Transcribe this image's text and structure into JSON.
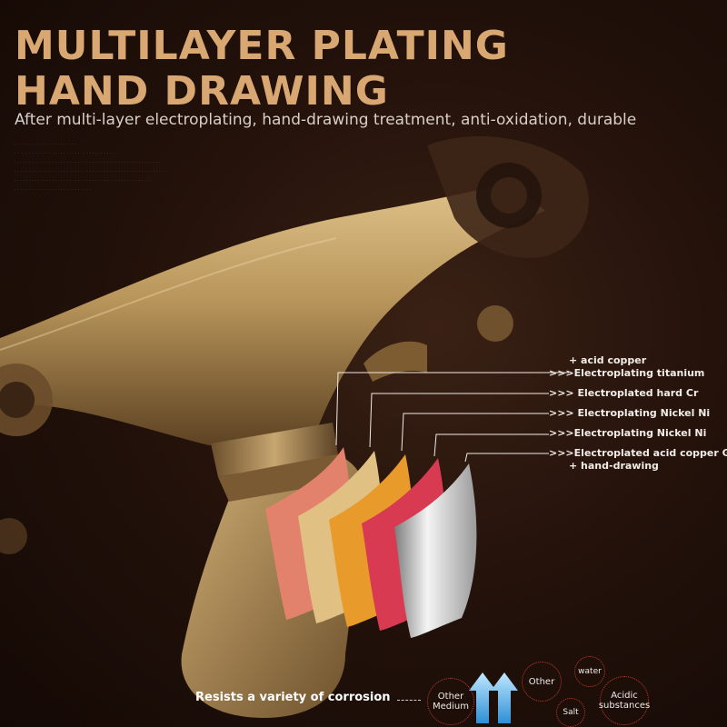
{
  "headline": {
    "line1": "MULTILAYER PLATING",
    "line2": "HAND DRAWING",
    "subtitle": "After multi-layer electroplating, hand-drawing treatment, anti-oxidation, durable"
  },
  "layers": [
    {
      "prefix": "",
      "text": "+ acid copper",
      "color": "#e3826c"
    },
    {
      "prefix": ">>>",
      "text": "Electroplating titanium",
      "color": "#e0c083"
    },
    {
      "prefix": ">>>",
      "text": "Electroplated hard Cr",
      "color": "#e89b2a"
    },
    {
      "prefix": ">>>",
      "text": "Electroplating Nickel Ni",
      "color": "#d83a52"
    },
    {
      "prefix": ">>>",
      "text": "Electroplating Nickel Ni",
      "color": "#d6d6d6"
    },
    {
      "prefix": ">>>",
      "text": "Electroplated acid copper Gu",
      "color": ""
    },
    {
      "prefix": "",
      "text": "+ hand-drawing",
      "color": ""
    }
  ],
  "corrosion": {
    "label": "Resists a variety of corrosion",
    "media": [
      {
        "text": "Other Medium"
      },
      {
        "text": "Other"
      },
      {
        "text": "water"
      },
      {
        "text": "Salt"
      },
      {
        "text": "Acidic substances"
      }
    ]
  },
  "colors": {
    "headline": "#d9a872",
    "background": "#1f100a",
    "brass": "#b8955a",
    "arrow": "#3aa6e6",
    "medium_ring": "#c43a2a"
  }
}
